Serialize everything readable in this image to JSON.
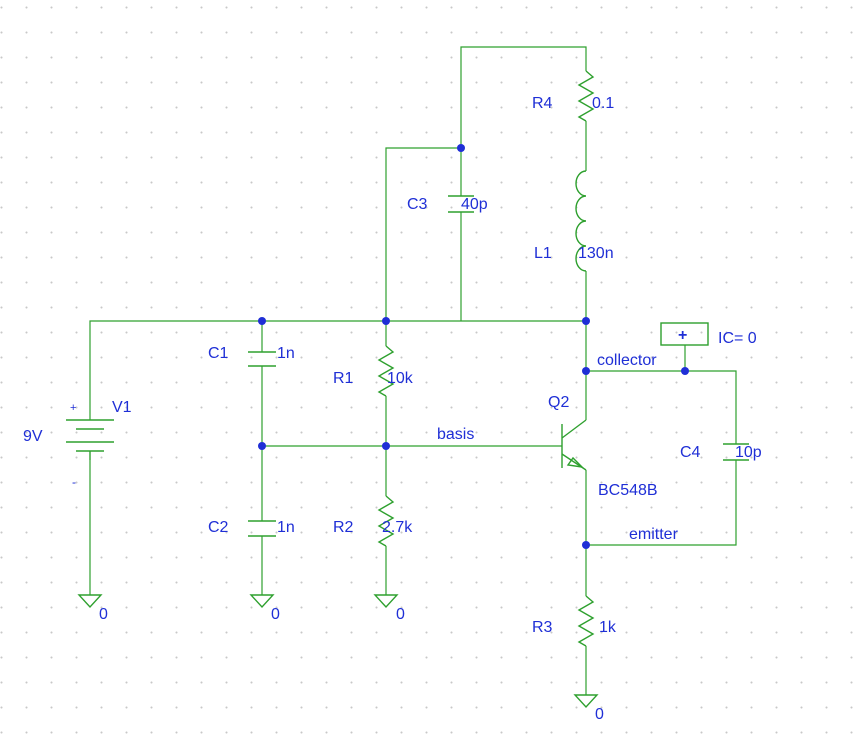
{
  "components": {
    "v1": {
      "ref": "V1",
      "value": "9V",
      "plus": "+",
      "minus": "-"
    },
    "c1": {
      "ref": "C1",
      "value": "1n"
    },
    "c2": {
      "ref": "C2",
      "value": "1n"
    },
    "c3": {
      "ref": "C3",
      "value": "40p"
    },
    "c4": {
      "ref": "C4",
      "value": "10p"
    },
    "r1": {
      "ref": "R1",
      "value": "10k"
    },
    "r2": {
      "ref": "R2",
      "value": "2.7k"
    },
    "r3": {
      "ref": "R3",
      "value": "1k"
    },
    "r4": {
      "ref": "R4",
      "value": "0.1"
    },
    "l1": {
      "ref": "L1",
      "value": "130n"
    },
    "q2": {
      "ref": "Q2",
      "model": "BC548B"
    },
    "ic": {
      "symbol": "+",
      "label": "IC= 0"
    }
  },
  "nets": {
    "basis": "basis",
    "collector": "collector",
    "emitter": "emitter"
  },
  "ground_label": "0",
  "colors": {
    "wire": "#2ea02e",
    "text": "#1f2fd6",
    "grid_dot": "#c8c8c8"
  }
}
